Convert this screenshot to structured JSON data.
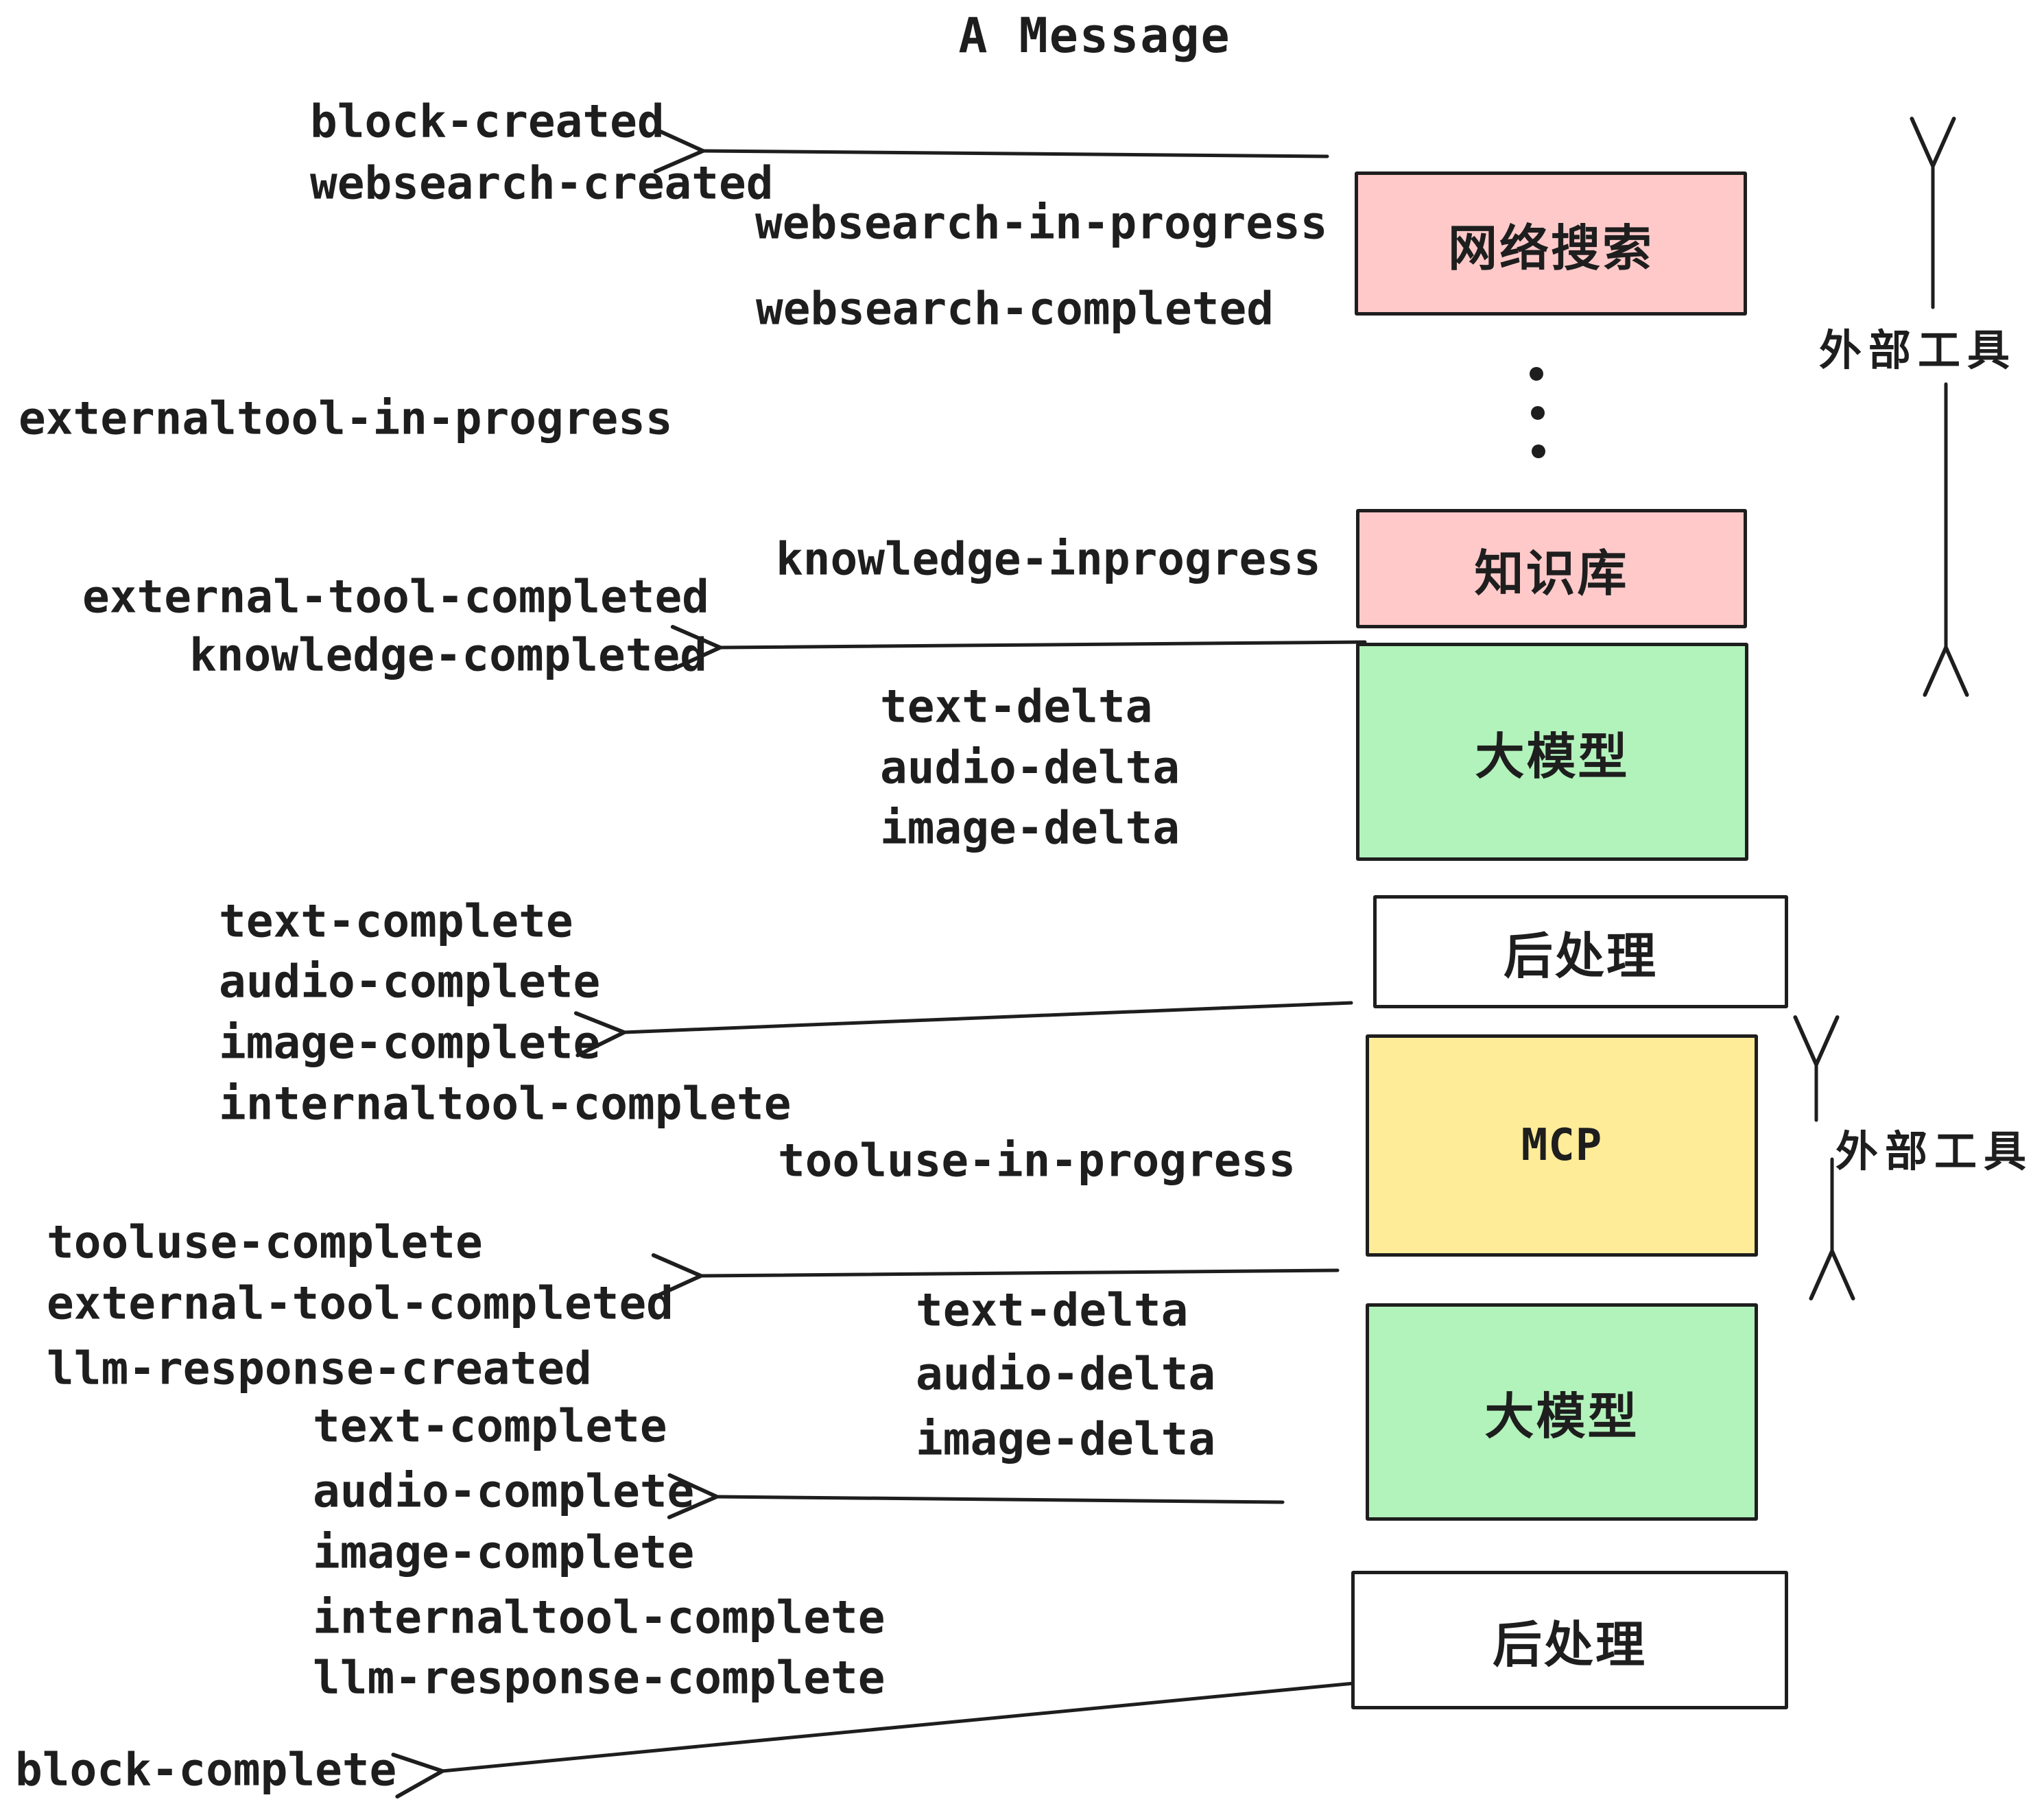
{
  "title": "A Message",
  "colors": {
    "stroke": "#1e1e1e",
    "box_pink": "#ffc9c9",
    "box_green": "#b2f2bb",
    "box_yellow": "#ffec99",
    "box_white": "#ffffff",
    "background": "#ffffff"
  },
  "boxes": [
    {
      "id": "websearch",
      "label": "网络搜索",
      "fill": "#ffc9c9"
    },
    {
      "id": "knowledge",
      "label": "知识库",
      "fill": "#ffc9c9"
    },
    {
      "id": "llm-1",
      "label": "大模型",
      "fill": "#b2f2bb"
    },
    {
      "id": "postprocess-1",
      "label": "后处理",
      "fill": "#ffffff"
    },
    {
      "id": "mcp",
      "label": "MCP",
      "fill": "#ffec99"
    },
    {
      "id": "llm-2",
      "label": "大模型",
      "fill": "#b2f2bb"
    },
    {
      "id": "postprocess-2",
      "label": "后处理",
      "fill": "#ffffff"
    }
  ],
  "side_labels": [
    {
      "label": "外部工具"
    },
    {
      "label": "外部工具"
    }
  ],
  "events": [
    {
      "label": "block-created"
    },
    {
      "label": "websearch-created"
    },
    {
      "label": "websearch-in-progress"
    },
    {
      "label": "websearch-completed"
    },
    {
      "label": "externaltool-in-progress"
    },
    {
      "label": "knowledge-inprogress"
    },
    {
      "label": "external-tool-completed"
    },
    {
      "label": "knowledge-completed"
    },
    {
      "label": "text-delta"
    },
    {
      "label": "audio-delta"
    },
    {
      "label": "image-delta"
    },
    {
      "label": "text-complete"
    },
    {
      "label": "audio-complete"
    },
    {
      "label": "image-complete"
    },
    {
      "label": "internaltool-complete"
    },
    {
      "label": "tooluse-in-progress"
    },
    {
      "label": "tooluse-complete"
    },
    {
      "label": "external-tool-completed"
    },
    {
      "label": "llm-response-created"
    },
    {
      "label": "text-delta"
    },
    {
      "label": "audio-delta"
    },
    {
      "label": "image-delta"
    },
    {
      "label": "text-complete"
    },
    {
      "label": "audio-complete"
    },
    {
      "label": "image-complete"
    },
    {
      "label": "internaltool-complete"
    },
    {
      "label": "llm-response-complete"
    },
    {
      "label": "block-complete"
    }
  ]
}
